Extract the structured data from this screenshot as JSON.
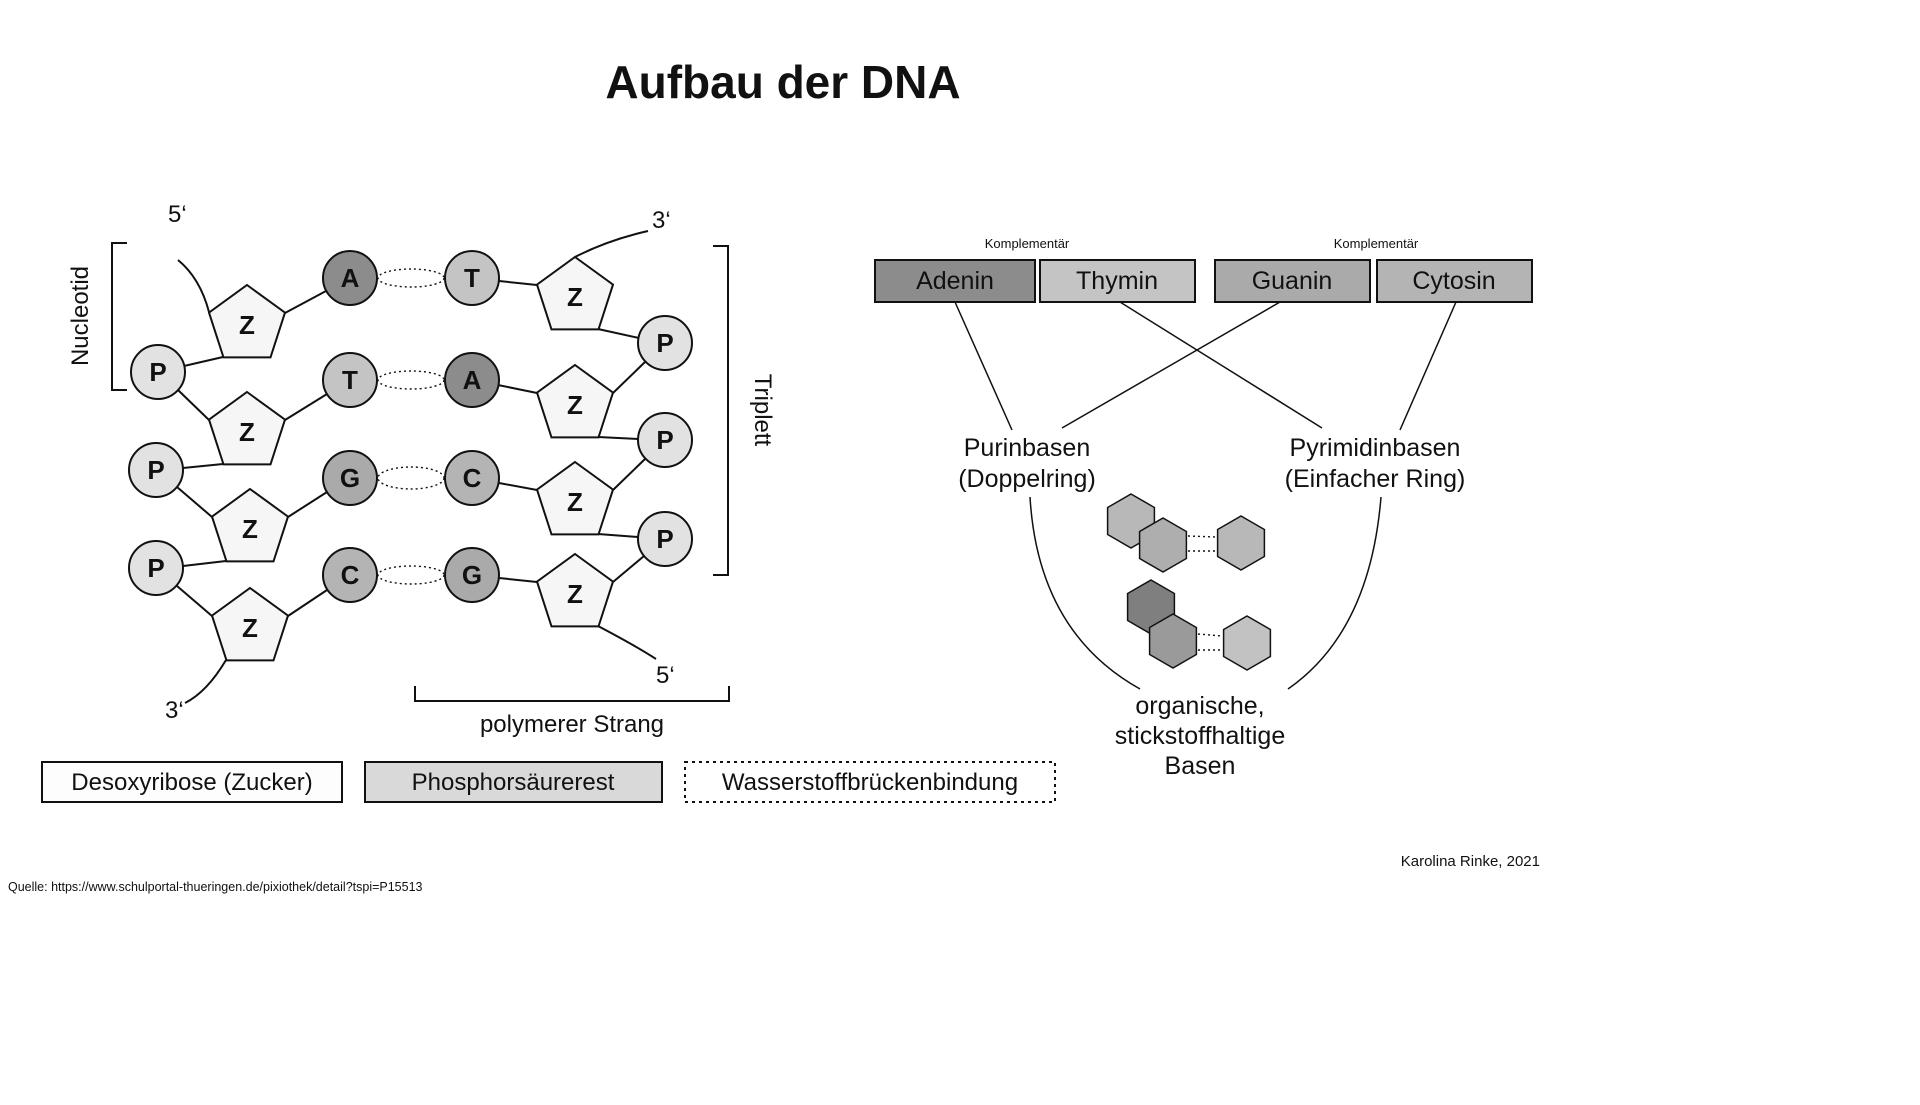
{
  "title": "Aufbau der DNA",
  "labels": {
    "z": "Z",
    "p": "P",
    "five_prime": "5‘",
    "three_prime": "3‘",
    "nucleotid": "Nucleotid",
    "triplett": "Triplett",
    "polymer_strand": "polymerer Strang",
    "komplementaer": "Komplementär"
  },
  "strands": {
    "left": [
      "A",
      "T",
      "G",
      "C"
    ],
    "right": [
      "T",
      "A",
      "C",
      "G"
    ]
  },
  "legend": {
    "desoxyribose": "Desoxyribose (Zucker)",
    "phosphor": "Phosphorsäurerest",
    "wasserstoff": "Wasserstoffbrückenbindung"
  },
  "right_diagram": {
    "bases": [
      {
        "name": "Adenin",
        "color": "#8c8c8c"
      },
      {
        "name": "Thymin",
        "color": "#c4c4c4"
      },
      {
        "name": "Guanin",
        "color": "#aaaaaa"
      },
      {
        "name": "Cytosin",
        "color": "#b4b4b4"
      }
    ],
    "purin_line1": "Purinbasen",
    "purin_line2": "(Doppelring)",
    "pyrimidin_line1": "Pyrimidinbasen",
    "pyrimidin_line2": "(Einfacher Ring)",
    "organic_line1": "organische,",
    "organic_line2": "stickstoffhaltige",
    "organic_line3": "Basen"
  },
  "footer": {
    "credit": "Karolina Rinke, 2021",
    "source": "Quelle: https://www.schulportal-thueringen.de/pixiothek/detail?tspi=P15513"
  },
  "colors": {
    "base_a": "#8c8c8c",
    "base_t": "#c4c4c4",
    "base_g": "#aaaaaa",
    "base_c": "#b4b4b4",
    "phosphate": "#e2e2e2",
    "sugar": "#f6f6f6",
    "legend_phosphor_fill": "#d9d9d9",
    "hex_light": "#b8b8b8",
    "hex_mid": "#aeaeae",
    "hex_dark": "#7f7f7f",
    "hex_dark2": "#9a9a9a",
    "hex_pale": "#c2c2c2"
  }
}
